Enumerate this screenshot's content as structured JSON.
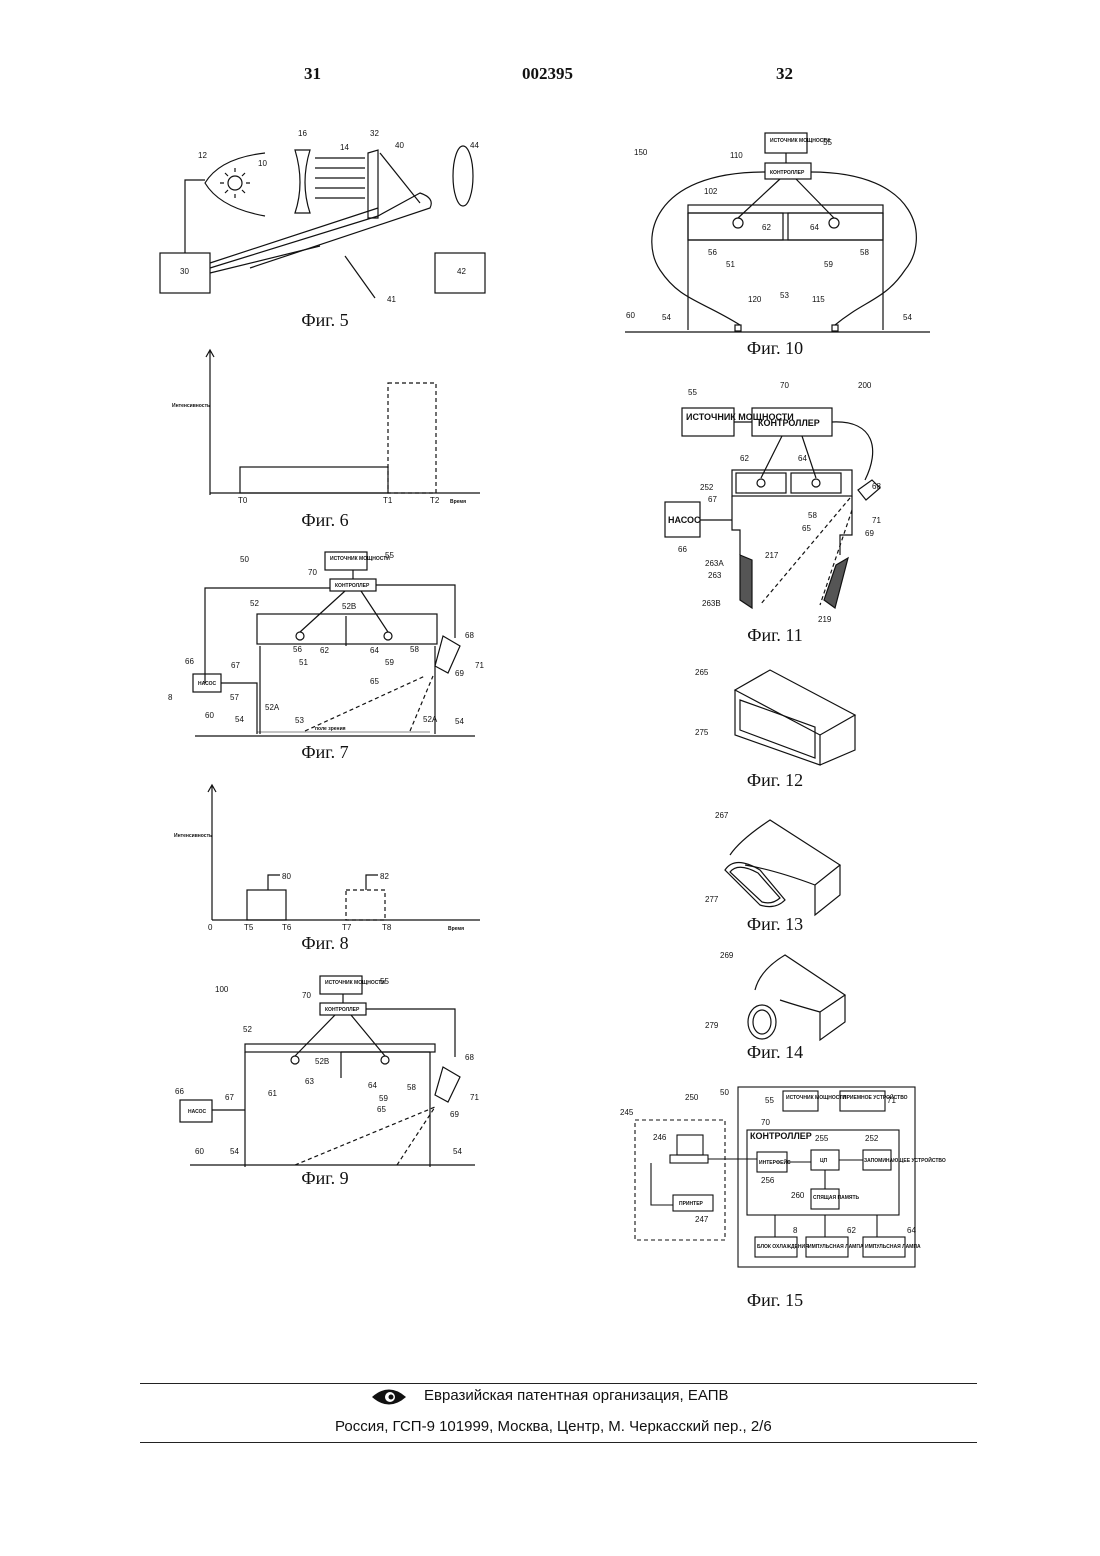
{
  "header": {
    "page_left": "31",
    "doc_number": "002395",
    "page_right": "32"
  },
  "captions": {
    "fig5": "Фиг. 5",
    "fig6": "Фиг. 6",
    "fig7": "Фиг. 7",
    "fig8": "Фиг. 8",
    "fig9": "Фиг. 9",
    "fig10": "Фиг. 10",
    "fig11": "Фиг. 11",
    "fig12": "Фиг. 12",
    "fig13": "Фиг. 13",
    "fig14": "Фиг. 14",
    "fig15": "Фиг. 15"
  },
  "labels": {
    "power_source": "ИСТОЧНИК МОЩНОСТИ",
    "controller": "КОНТРОЛЛЕР",
    "pump": "НАСОС",
    "intensity": "Интенсивность",
    "time": "Время",
    "field_of_view": "поле зрения",
    "interface": "ИНТЕРФЕЙС",
    "cpu": "ЦП",
    "storage": "ЗАПОМИНАЮЩЕЕ УСТРОЙСТВО",
    "ram": "СПЯЩАЯ ПАМЯТЬ",
    "printer": "ПРИНТЕР",
    "cooling_unit": "БЛОК ОХЛАЖДЕНИЯ",
    "pulse_lamp": "ИМПУЛЬСНАЯ ЛАМПА",
    "sensor": "ПРИЕМНОЕ УСТРОЙСТВО"
  },
  "footer": {
    "org": "Евразийская патентная организация, ЕАПВ",
    "address": "Россия, ГСП-9 101999, Москва, Центр, М. Черкасский пер., 2/6"
  }
}
